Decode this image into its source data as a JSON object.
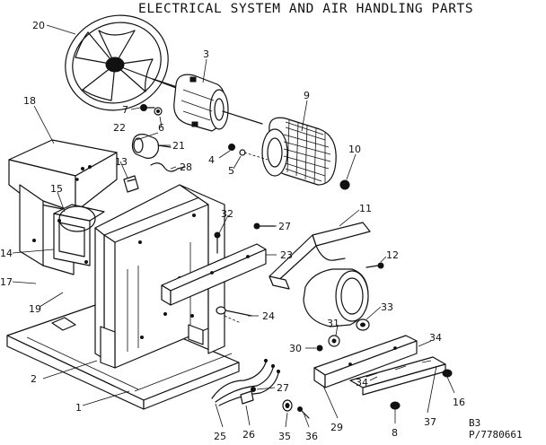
{
  "title": "ELECTRICAL SYSTEM AND AIR HANDLING PARTS",
  "code": {
    "line1": "B3",
    "line2": "P/7780661"
  },
  "callouts": {
    "c1": "1",
    "c2": "2",
    "c3": "3",
    "c4": "4",
    "c5": "5",
    "c6": "6",
    "c7": "7",
    "c8": "8",
    "c9": "9",
    "c10": "10",
    "c11": "11",
    "c12": "12",
    "c13": "13",
    "c14": "14",
    "c15": "15",
    "c16": "16",
    "c17": "17",
    "c18": "18",
    "c19": "19",
    "c20": "20",
    "c21": "21",
    "c22": "22",
    "c23": "23",
    "c24": "24",
    "c25": "25",
    "c26": "26",
    "c27a": "27",
    "c27b": "27",
    "c28": "28",
    "c29": "29",
    "c30": "30",
    "c31": "31",
    "c32": "32",
    "c33": "33",
    "c34a": "34",
    "c34b": "34",
    "c35": "35",
    "c36": "36",
    "c37": "37"
  }
}
